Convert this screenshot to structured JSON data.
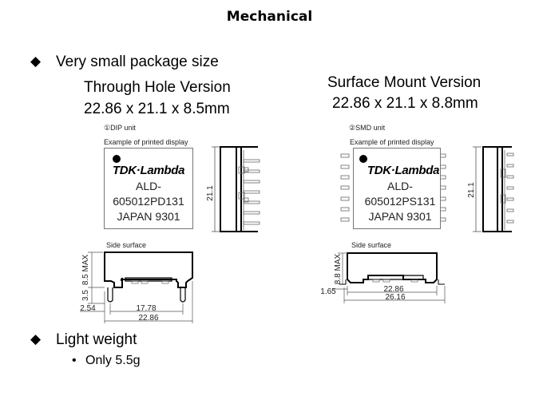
{
  "slide": {
    "title": "Mechanical",
    "bullets": [
      {
        "icon": "diamond-bullet-icon",
        "label": "Very small package size"
      },
      {
        "icon": "diamond-bullet-icon",
        "label": "Light weight",
        "sub": [
          {
            "icon": "dot-bullet-icon",
            "label": "Only 5.5g"
          }
        ]
      }
    ]
  },
  "through_hole": {
    "heading": "Through Hole Version",
    "dims": "22.86 x 21.1 x 8.5mm",
    "unit_label": "①DIP unit",
    "display_label": "Example of printed display",
    "brand": "TDK·Lambda",
    "line1": "ALD-",
    "line2": "605012PD131",
    "line3": "JAPAN 9301",
    "side_dim": "21.1",
    "side_surface_label": "Side surface",
    "height_dim": "8.5 MAX",
    "pin_dim": "3.5",
    "offset_dim": "2.54",
    "pitch_dim": "17.78",
    "width_dim": "22.86"
  },
  "surface_mount": {
    "heading": "Surface Mount Version",
    "dims": "22.86 x 21.1 x 8.8mm",
    "unit_label": "②SMD unit",
    "display_label": "Example of printed display",
    "brand": "TDK·Lambda",
    "line1": "ALD-",
    "line2": "605012PS131",
    "line3": "JAPAN 9301",
    "side_dim": "21.1",
    "side_surface_label": "Side surface",
    "height_dim": "8.8 MAX",
    "offset_dim": "1.65",
    "body_dim": "22.86",
    "width_dim": "26.16"
  }
}
